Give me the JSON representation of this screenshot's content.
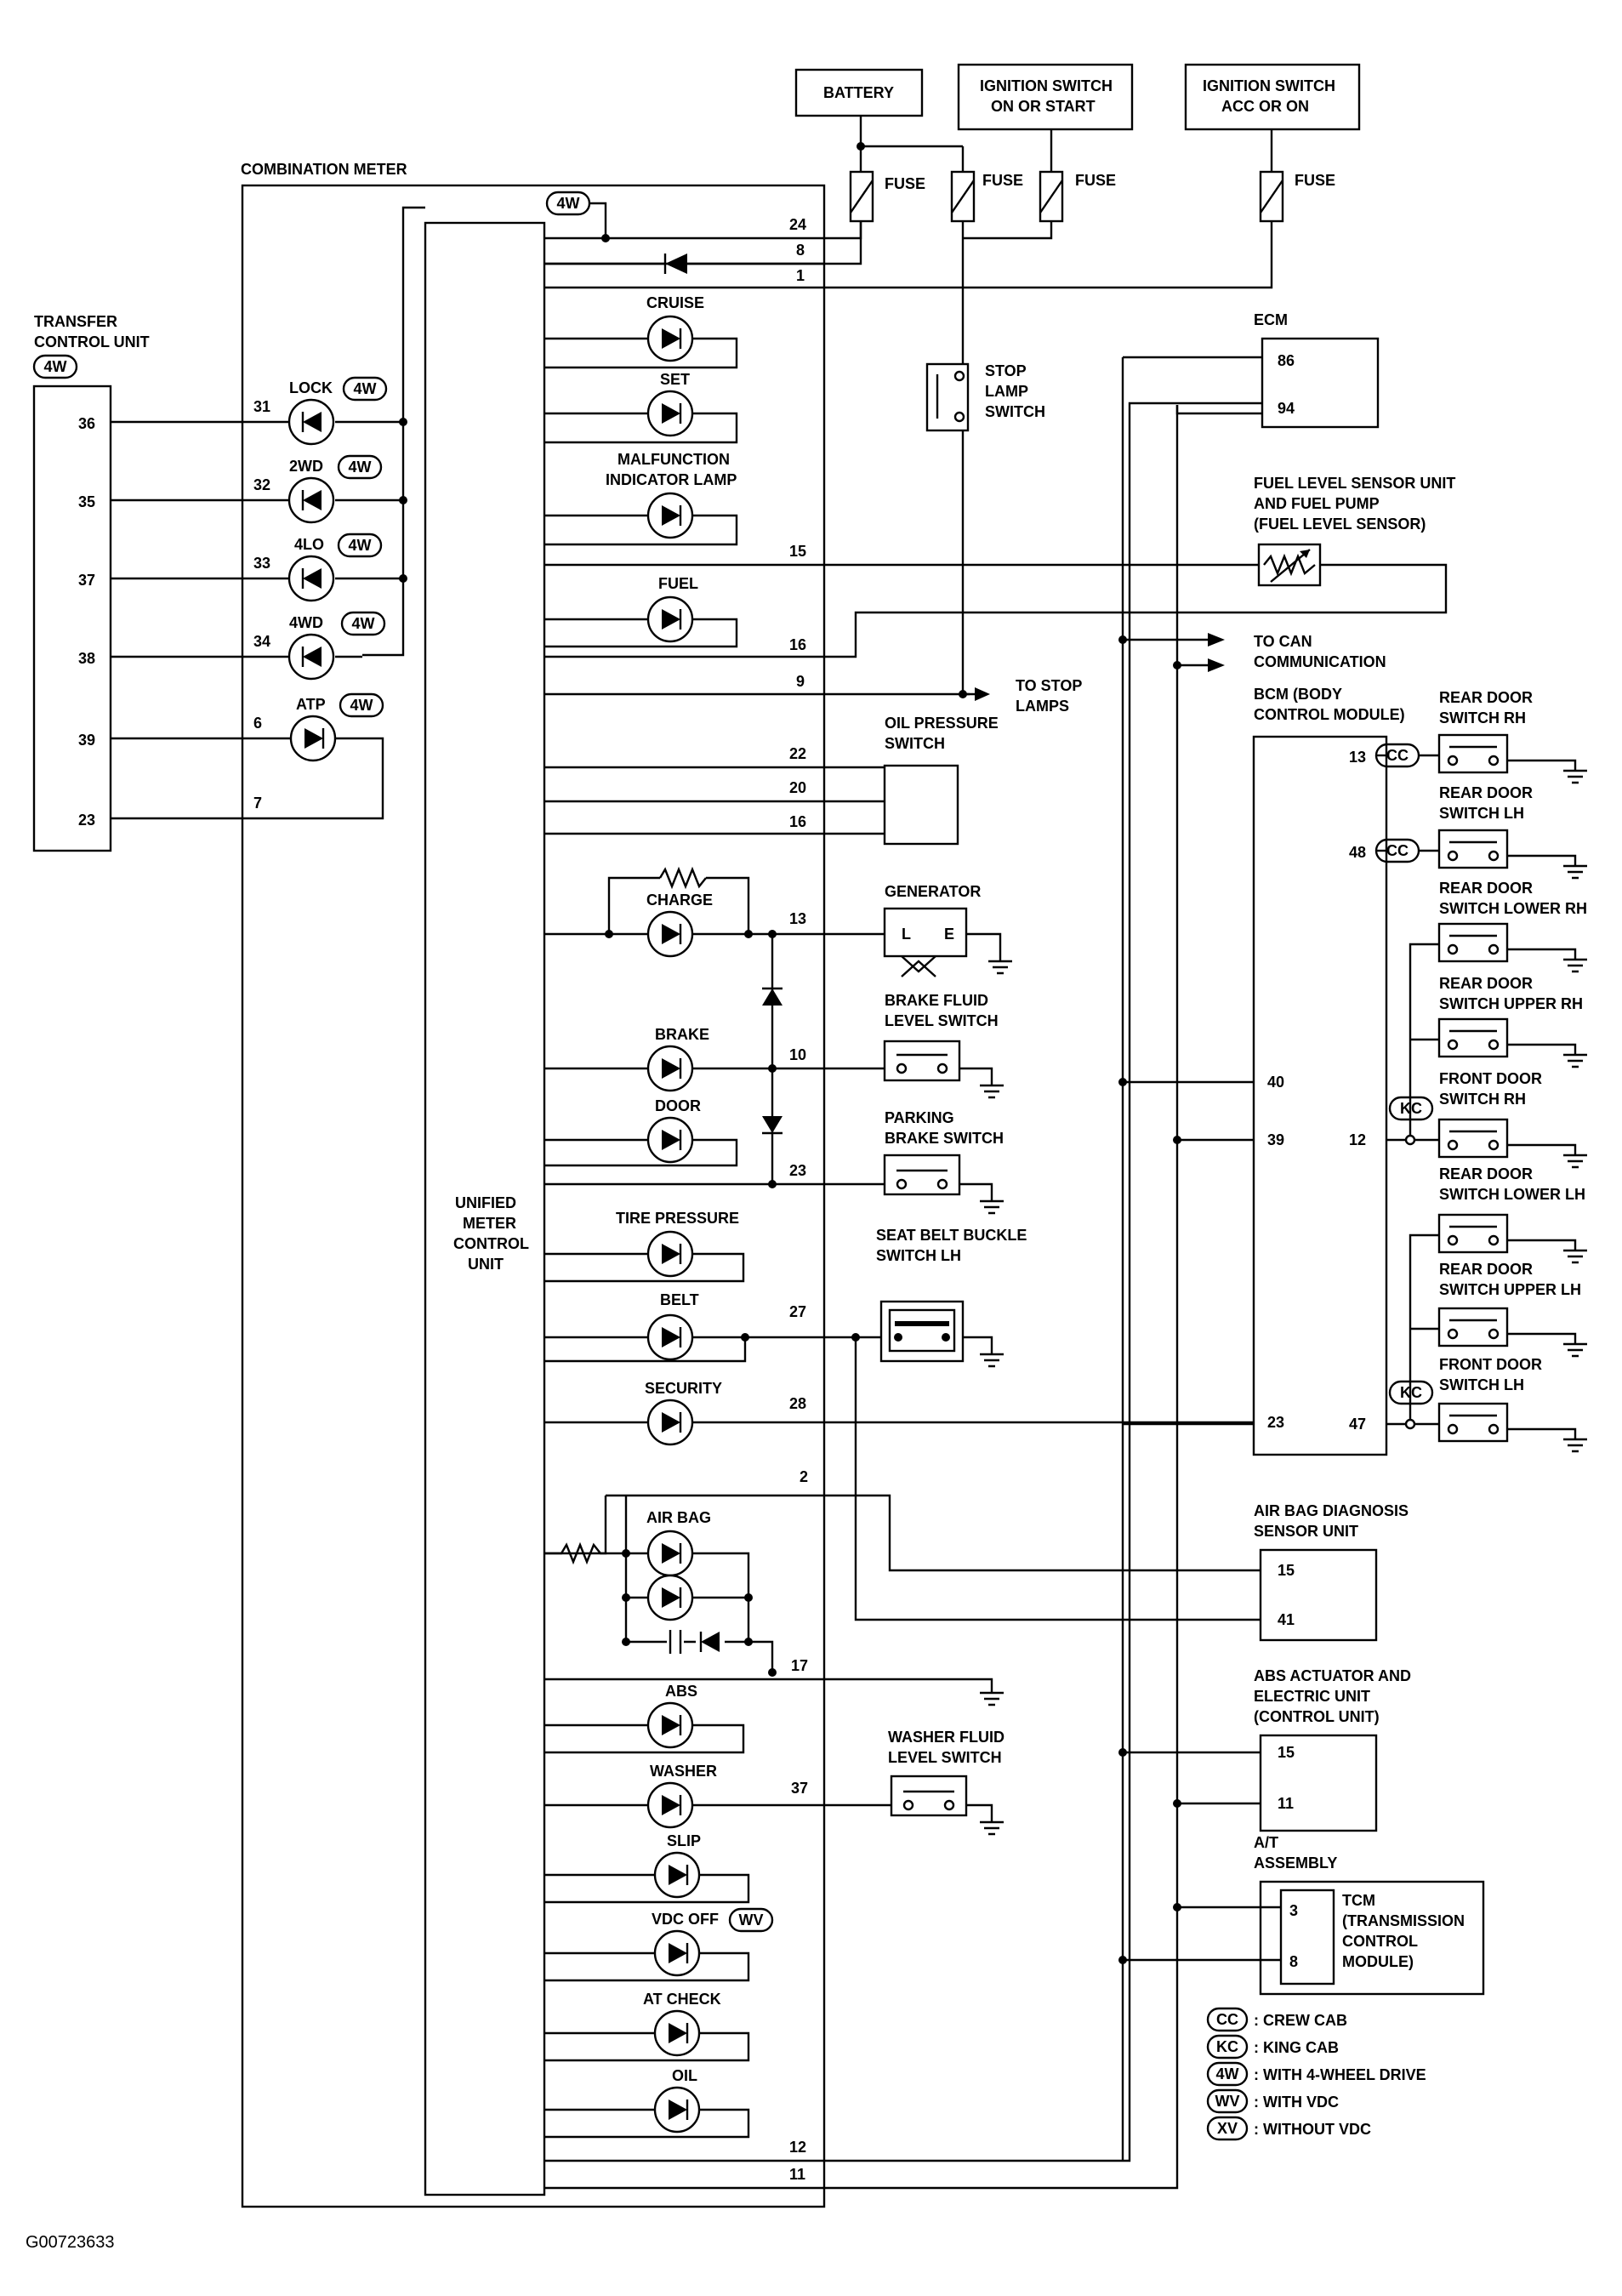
{
  "figure_id": "G00723633",
  "labels": {
    "battery": "BATTERY",
    "ign_on_start_1": "IGNITION SWITCH",
    "ign_on_start_2": "ON OR START",
    "ign_acc_on_1": "IGNITION SWITCH",
    "ign_acc_on_2": "ACC OR ON",
    "fuse": "FUSE",
    "combination_meter": "COMBINATION METER",
    "transfer_1": "TRANSFER",
    "transfer_2": "CONTROL UNIT",
    "umcu_1": "UNIFIED",
    "umcu_2": "METER",
    "umcu_3": "CONTROL",
    "umcu_4": "UNIT",
    "ecm": "ECM",
    "stop_lamp_1": "STOP",
    "stop_lamp_2": "LAMP",
    "stop_lamp_3": "SWITCH",
    "fuel_sensor_1": "FUEL LEVEL SENSOR UNIT",
    "fuel_sensor_2": "AND FUEL PUMP",
    "fuel_sensor_3": "(FUEL LEVEL SENSOR)",
    "can_1": "TO CAN",
    "can_2": "COMMUNICATION",
    "stop_lamps_1": "TO STOP",
    "stop_lamps_2": "LAMPS",
    "bcm_1": "BCM (BODY",
    "bcm_2": "CONTROL MODULE)",
    "oil_1": "OIL PRESSURE",
    "oil_2": "SWITCH",
    "generator": "GENERATOR",
    "gen_l": "L",
    "gen_e": "E",
    "brake_fluid_1": "BRAKE FLUID",
    "brake_fluid_2": "LEVEL SWITCH",
    "parking_1": "PARKING",
    "parking_2": "BRAKE SWITCH",
    "seat_belt_1": "SEAT BELT BUCKLE",
    "seat_belt_2": "SWITCH LH",
    "airbag_unit_1": "AIR BAG DIAGNOSIS",
    "airbag_unit_2": "SENSOR UNIT",
    "abs_unit_1": "ABS ACTUATOR AND",
    "abs_unit_2": "ELECTRIC UNIT",
    "abs_unit_3": "(CONTROL UNIT)",
    "washer_1": "WASHER FLUID",
    "washer_2": "LEVEL SWITCH",
    "at_1": "A/T",
    "at_2": "ASSEMBLY",
    "tcm_1": "TCM",
    "tcm_2": "(TRANSMISSION",
    "tcm_3": "CONTROL",
    "tcm_4": "MODULE)"
  },
  "indicators": {
    "cruise": "CRUISE",
    "set": "SET",
    "mil_1": "MALFUNCTION",
    "mil_2": "INDICATOR LAMP",
    "fuel": "FUEL",
    "charge": "CHARGE",
    "brake": "BRAKE",
    "door": "DOOR",
    "tire": "TIRE PRESSURE",
    "belt": "BELT",
    "security": "SECURITY",
    "airbag": "AIR BAG",
    "abs": "ABS",
    "washer": "WASHER",
    "slip": "SLIP",
    "vdc_off": "VDC OFF",
    "at_check": "AT CHECK",
    "oil": "OIL",
    "lock": "LOCK",
    "twowd": "2WD",
    "fourlo": "4LO",
    "fourwd": "4WD",
    "atp": "ATP"
  },
  "door_switches": {
    "rr_rh_1": "REAR DOOR",
    "rr_rh_2": "SWITCH RH",
    "rr_lh_1": "REAR DOOR",
    "rr_lh_2": "SWITCH LH",
    "rr_lower_rh_1": "REAR DOOR",
    "rr_lower_rh_2": "SWITCH LOWER RH",
    "rr_upper_rh_1": "REAR DOOR",
    "rr_upper_rh_2": "SWITCH UPPER RH",
    "fr_rh_1": "FRONT DOOR",
    "fr_rh_2": "SWITCH RH",
    "rr_lower_lh_1": "REAR DOOR",
    "rr_lower_lh_2": "SWITCH LOWER LH",
    "rr_upper_lh_1": "REAR DOOR",
    "rr_upper_lh_2": "SWITCH UPPER LH",
    "fr_lh_1": "FRONT DOOR",
    "fr_lh_2": "SWITCH LH"
  },
  "codes": {
    "fourw": "4W",
    "cc": "CC",
    "kc": "KC",
    "wv": "WV",
    "xv": "XV"
  },
  "legend": [
    {
      "code": "CC",
      "text": ": CREW CAB"
    },
    {
      "code": "KC",
      "text": ": KING CAB"
    },
    {
      "code": "4W",
      "text": ": WITH 4-WHEEL DRIVE"
    },
    {
      "code": "WV",
      "text": ": WITH VDC"
    },
    {
      "code": "XV",
      "text": ": WITHOUT VDC"
    }
  ],
  "pins": {
    "meter": {
      "p24": "24",
      "p8": "8",
      "p1": "1",
      "p15": "15",
      "p16a": "16",
      "p9": "9",
      "p22": "22",
      "p20": "20",
      "p16b": "16",
      "p13": "13",
      "p10": "10",
      "p23": "23",
      "p27": "27",
      "p28": "28",
      "p2": "2",
      "p17": "17",
      "p37": "37",
      "p12": "12",
      "p11": "11",
      "p31": "31",
      "p32": "32",
      "p33": "33",
      "p34": "34",
      "p6": "6",
      "p7": "7"
    },
    "transfer": {
      "p36": "36",
      "p35": "35",
      "p37": "37",
      "p38": "38",
      "p39": "39",
      "p23": "23"
    },
    "ecm": {
      "p86": "86",
      "p94": "94"
    },
    "bcm": {
      "p13": "13",
      "p48": "48",
      "p40": "40",
      "p39": "39",
      "p12": "12",
      "p23": "23",
      "p47": "47"
    },
    "airbag": {
      "p15": "15",
      "p41": "41"
    },
    "abs": {
      "p15": "15",
      "p11": "11"
    },
    "tcm": {
      "p3": "3",
      "p8": "8"
    }
  }
}
